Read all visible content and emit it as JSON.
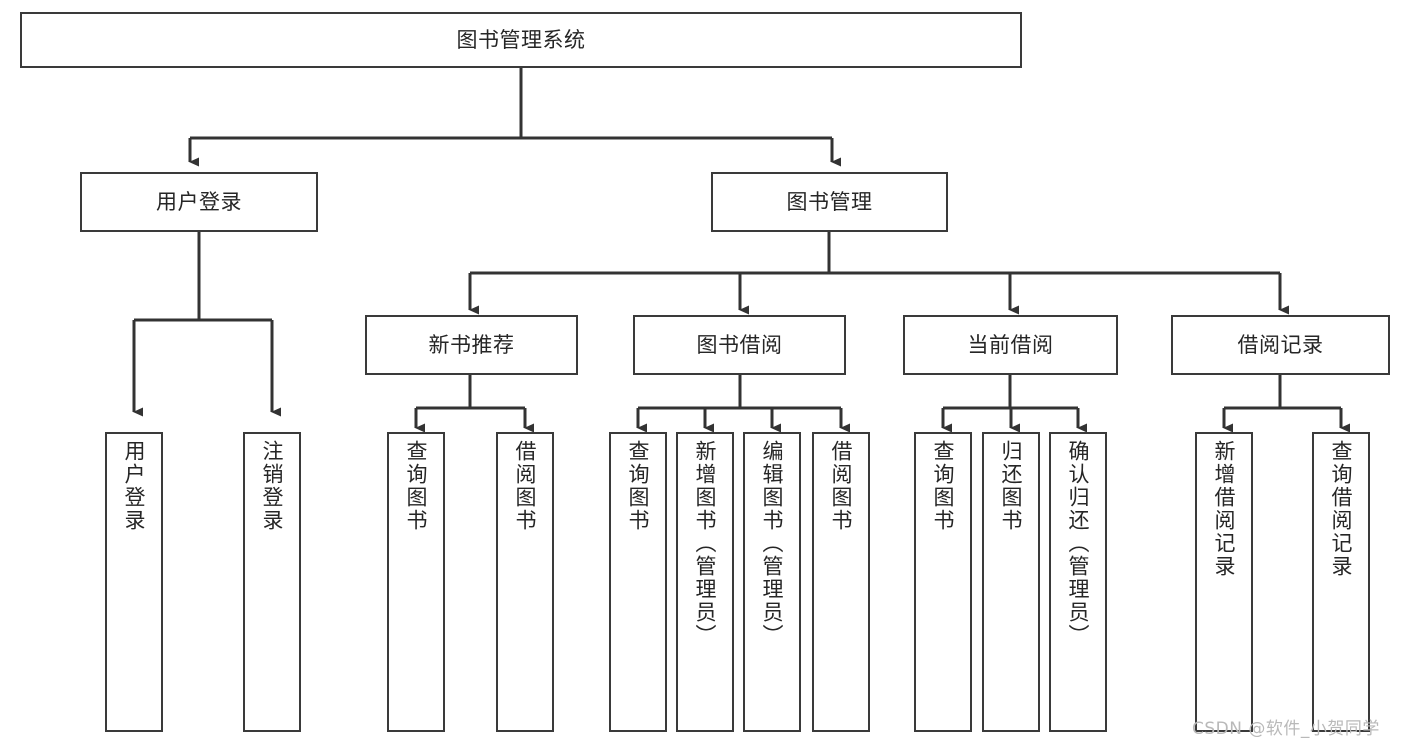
{
  "diagram": {
    "type": "tree",
    "title": "图书管理系统",
    "orientation": "top-down",
    "stroke_color": "#3a3a3a",
    "background_color": "#ffffff",
    "text_color": "#262626",
    "watermark": "CSDN @软件_小贺同学"
  },
  "nodes": {
    "root": {
      "label": "图书管理系统"
    },
    "level1": [
      {
        "label": "用户登录"
      },
      {
        "label": "图书管理"
      }
    ],
    "level2": [
      {
        "label": "新书推荐"
      },
      {
        "label": "图书借阅"
      },
      {
        "label": "当前借阅"
      },
      {
        "label": "借阅记录"
      }
    ],
    "leaves": {
      "user_login": [
        {
          "label": "用户登录"
        },
        {
          "label": "注销登录"
        }
      ],
      "new_book_recommend": [
        {
          "label": "查询图书"
        },
        {
          "label": "借阅图书"
        }
      ],
      "book_borrow": [
        {
          "label": "查询图书"
        },
        {
          "label": "新增图书（管理员）"
        },
        {
          "label": "编辑图书（管理员）"
        },
        {
          "label": "借阅图书"
        }
      ],
      "current_borrow": [
        {
          "label": "查询图书"
        },
        {
          "label": "归还图书"
        },
        {
          "label": "确认归还（管理员）"
        }
      ],
      "borrow_record": [
        {
          "label": "新增借阅记录"
        },
        {
          "label": "查询借阅记录"
        }
      ]
    }
  }
}
